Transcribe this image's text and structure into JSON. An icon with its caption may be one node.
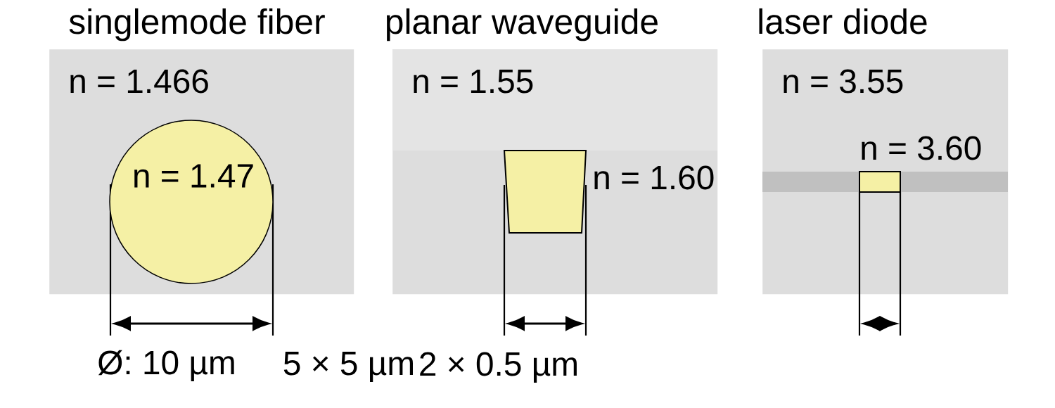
{
  "diagram": {
    "nodes": [
      {
        "text": [
          "singlemode fiber",
          "n = 1.466"
        ]
      },
      {
        "text": [
          "n = 1.47"
        ],
        "in": 0
      },
      {
        "text": [
          "planar waveguide",
          "n = 1.55"
        ]
      },
      {
        "text": [],
        "shape": "box",
        "in": 2,
        "beside": [
          "n = 1.60"
        ]
      },
      {
        "text": [
          "laser diode",
          "n = 3.55"
        ]
      },
      {
        "text": [],
        "shape": "box",
        "in": 4,
        "beside": [
          "n = 3.60"
        ]
      }
    ],
    "labels": [
      "Ø: 10 µm",
      "5 × 5 µm",
      "2 × 0.5 µm"
    ]
  }
}
